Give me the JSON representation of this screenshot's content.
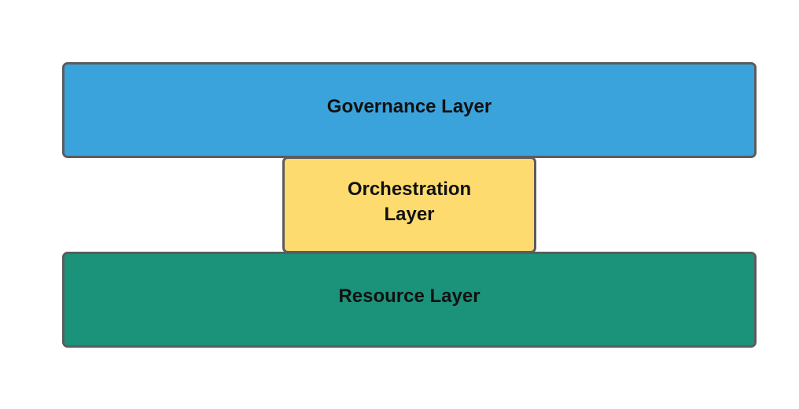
{
  "layers": {
    "governance": {
      "label": "Governance Layer",
      "color": "#3ba3dc"
    },
    "orchestration": {
      "label": "Orchestration Layer",
      "color": "#fedb6f"
    },
    "resource": {
      "label": "Resource Layer",
      "color": "#1b927a"
    }
  },
  "border_color": "#5c5c5c"
}
